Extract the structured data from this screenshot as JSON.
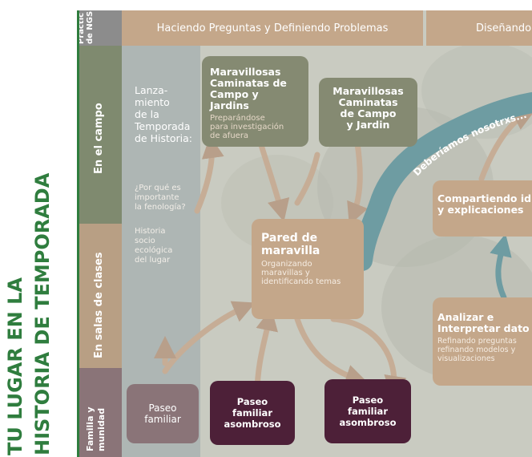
{
  "page": {
    "vertical_title_line1": "TU LUGAR EN LA",
    "vertical_title_line2": "HISTORIA DE TEMPORADA"
  },
  "header": {
    "practices_label_1": "Practic",
    "practices_label_2": "de NGS",
    "col1": "Haciendo Preguntas y Definiendo Problemas",
    "col2": "Diseñando"
  },
  "rows": {
    "campo": "En el campo",
    "clases": "En salas de clases",
    "familia_1": "Familia y",
    "familia_2": "munidad"
  },
  "left_column": {
    "launch": [
      "Lanza-",
      "miento",
      "de la",
      "Temporada",
      "de Historia:"
    ],
    "question": [
      "¿Por qué es",
      "importante",
      "la fenología?"
    ],
    "history": [
      "Historia",
      "socio",
      "ecológica",
      "del lugar"
    ]
  },
  "boxes": {
    "caminatas1": {
      "title": [
        "Maravillosas",
        "Caminatas de",
        "Campo y Jardins"
      ],
      "sub": [
        "Preparándose",
        "para investigación",
        "de afuera"
      ]
    },
    "caminatas2": {
      "title": [
        "Maravillosas",
        "Caminatas",
        "de Campo",
        "y Jardin"
      ]
    },
    "pared": {
      "title": [
        "Pared de",
        "maravilla"
      ],
      "sub": [
        "Organizando",
        "maravillas y",
        "identificando temas"
      ]
    },
    "compartiendo": {
      "title": [
        "Compartiendo id",
        "y explicaciones"
      ]
    },
    "analizar": {
      "title": [
        "Analizar e",
        "Interpretar dato"
      ],
      "sub": [
        "Refinando preguntas",
        "refinando modelos y",
        "visualizaciones"
      ]
    },
    "paseo1": {
      "title": [
        "Paseo",
        "familiar"
      ]
    },
    "paseo2": {
      "title": [
        "Paseo",
        "familiar",
        "asombroso"
      ]
    },
    "paseo3": {
      "title": [
        "Paseo",
        "familiar",
        "asombroso"
      ]
    }
  },
  "arc_label": "Deberíamos nosotrxs...",
  "colors": {
    "green_title": "#2f7d3e",
    "tan": "#c4a78a",
    "olive": "#858a72",
    "slate": "#9da7a7",
    "mauve": "#8a7478",
    "plum": "#4d2038",
    "teal": "#6e9ca2",
    "practice_gray": "#8c8c8c"
  }
}
